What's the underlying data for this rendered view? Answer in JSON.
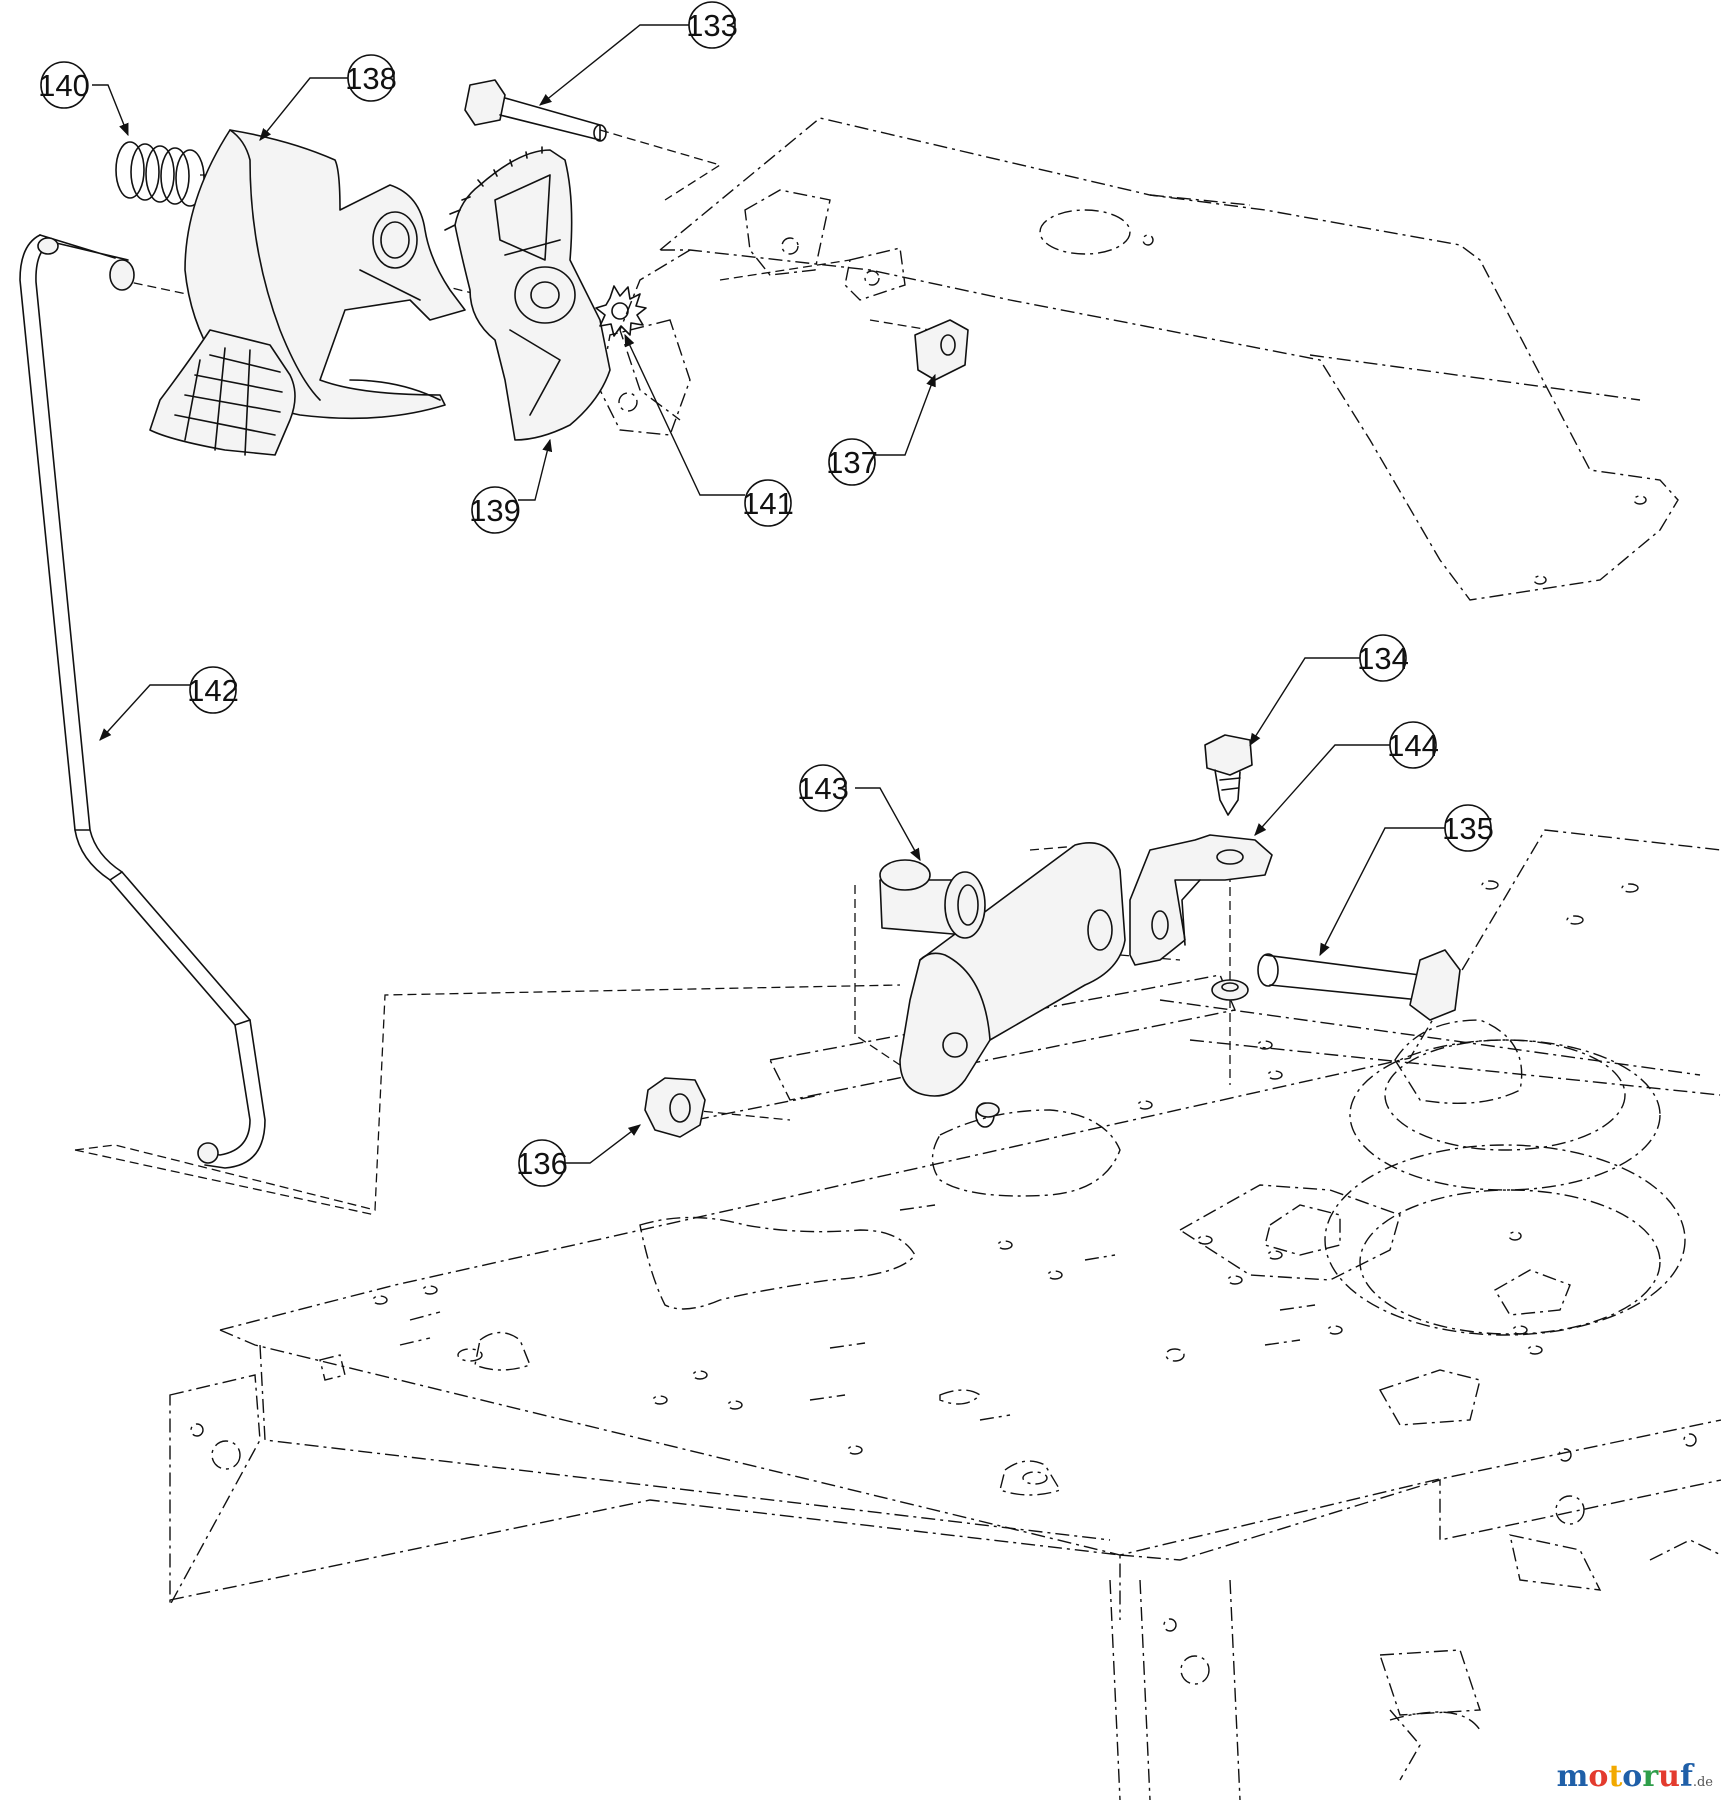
{
  "callouts": [
    {
      "id": "callout-133",
      "label": "133"
    },
    {
      "id": "callout-134",
      "label": "134"
    },
    {
      "id": "callout-135",
      "label": "135"
    },
    {
      "id": "callout-136",
      "label": "136"
    },
    {
      "id": "callout-137",
      "label": "137"
    },
    {
      "id": "callout-138",
      "label": "138"
    },
    {
      "id": "callout-139",
      "label": "139"
    },
    {
      "id": "callout-140",
      "label": "140"
    },
    {
      "id": "callout-141",
      "label": "141"
    },
    {
      "id": "callout-142",
      "label": "142"
    },
    {
      "id": "callout-143",
      "label": "143"
    },
    {
      "id": "callout-144",
      "label": "144"
    }
  ],
  "watermark": {
    "letters": [
      "m",
      "o",
      "t",
      "o",
      "r",
      "u",
      "f"
    ],
    "letter_colors": [
      "#1f5fa8",
      "#e33b2e",
      "#f2a900",
      "#1f5fa8",
      "#2e9e4a",
      "#e33b2e",
      "#1f5fa8"
    ],
    "suffix": ".de"
  }
}
